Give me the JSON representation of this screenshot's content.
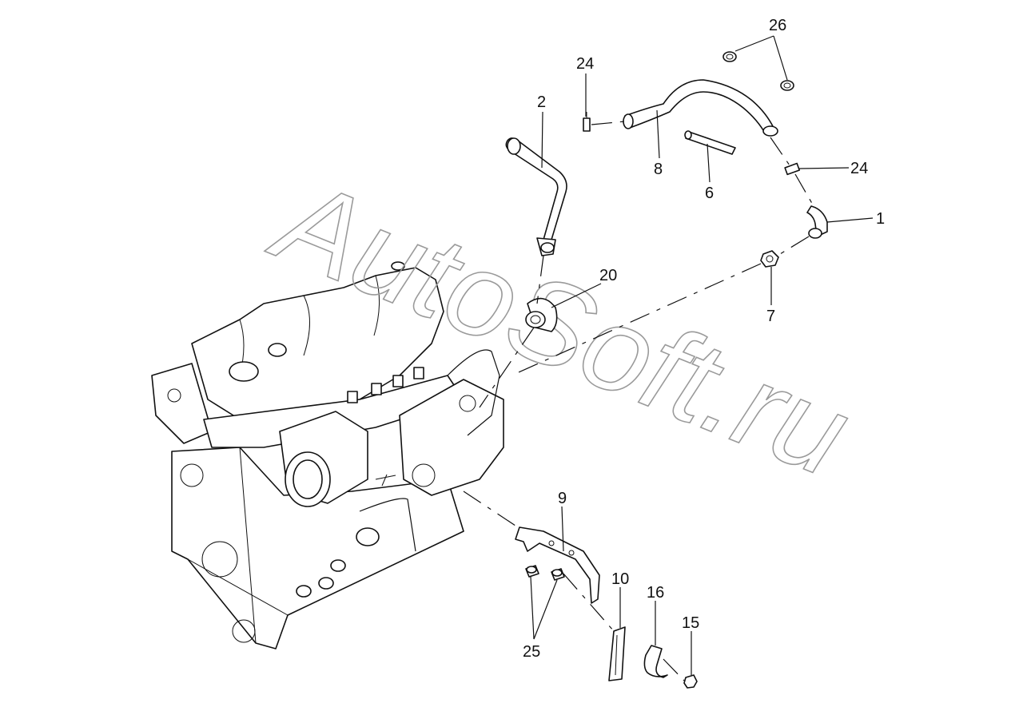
{
  "watermark": "AutoSoft.ru",
  "callouts": {
    "c1": "1",
    "c2": "2",
    "c6": "6",
    "c7": "7",
    "c8": "8",
    "c9": "9",
    "c10": "10",
    "c15": "15",
    "c16": "16",
    "c20": "20",
    "c24a": "24",
    "c24b": "24",
    "c25": "25",
    "c26": "26"
  }
}
